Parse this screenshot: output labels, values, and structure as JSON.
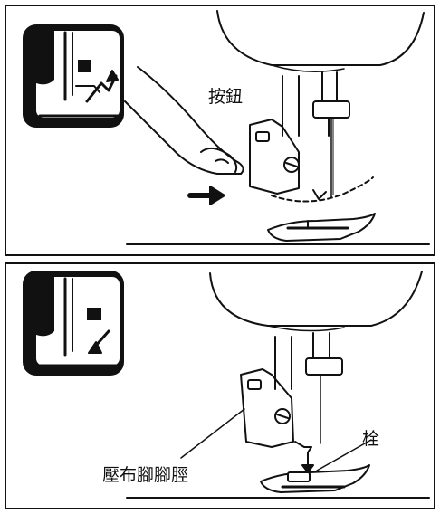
{
  "top_panel": {
    "label_button": "按鈕"
  },
  "bottom_panel": {
    "label_pin": "栓",
    "label_shank": "壓布腳腳脛"
  },
  "icons": {
    "top_inset": "sewing-foot-release-icon",
    "bottom_inset": "sewing-foot-attach-icon",
    "top_arrow": "right-arrow-icon",
    "bottom_arrow": "down-arrow-icon"
  },
  "colors": {
    "ink": "#111111",
    "inset_bg": "#111111",
    "paper": "#ffffff"
  }
}
